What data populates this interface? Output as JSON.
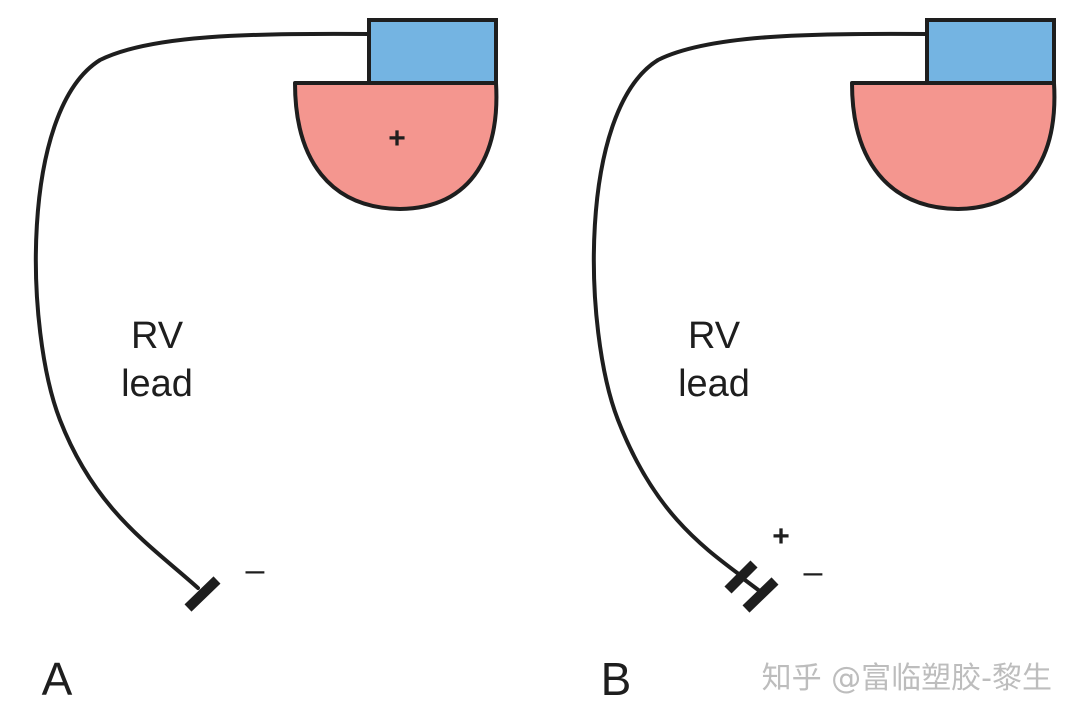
{
  "colors": {
    "header": "#74b4e2",
    "can": "#f4968f",
    "stroke": "#1e1e1e",
    "watermark": "#bdbdbd"
  },
  "panels": [
    {
      "letter": "A",
      "lead_label_line1": "RV",
      "lead_label_line2": "lead",
      "can_polarity": "+",
      "tip_polarity": "–"
    },
    {
      "letter": "B",
      "lead_label_line1": "RV",
      "lead_label_line2": "lead",
      "ring_polarity": "+",
      "tip_polarity": "–"
    }
  ],
  "watermark": "知乎 @富临塑胶-黎生"
}
